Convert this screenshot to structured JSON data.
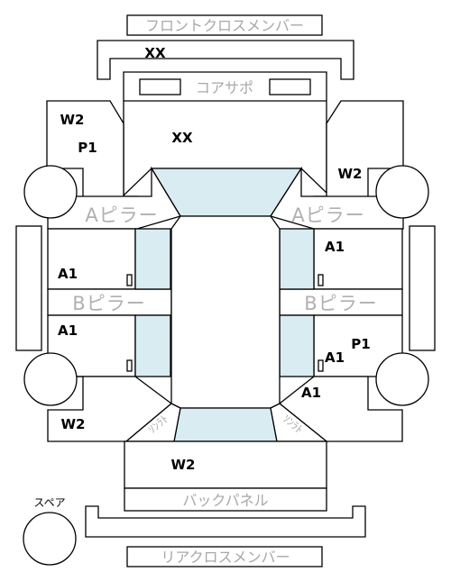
{
  "parts": {
    "front_cross_member": "フロントクロスメンバー",
    "core_support": "コアサポ",
    "a_pillar_left": "Aピラー",
    "a_pillar_right": "Aピラー",
    "b_pillar_left": "Bピラー",
    "b_pillar_right": "Bピラー",
    "back_panel": "バックパネル",
    "rear_cross_member": "リアクロスメンバー",
    "spare": "スペア",
    "trunk_left": "ｿﾝﾗﾄ",
    "trunk_right": "ｿﾝﾗﾄ"
  },
  "codes": {
    "front_member": "XX",
    "core_inner": "XX",
    "fl_fender_w": "W2",
    "fl_fender_p": "P1",
    "fr_fender_w": "W2",
    "fl_door": "A1",
    "fr_door": "A1",
    "rl_door": "A1",
    "rr_door_p": "P1",
    "rr_door_a": "A1",
    "rr_quarter": "A1",
    "rl_quarter": "W2",
    "trunk": "W2"
  }
}
